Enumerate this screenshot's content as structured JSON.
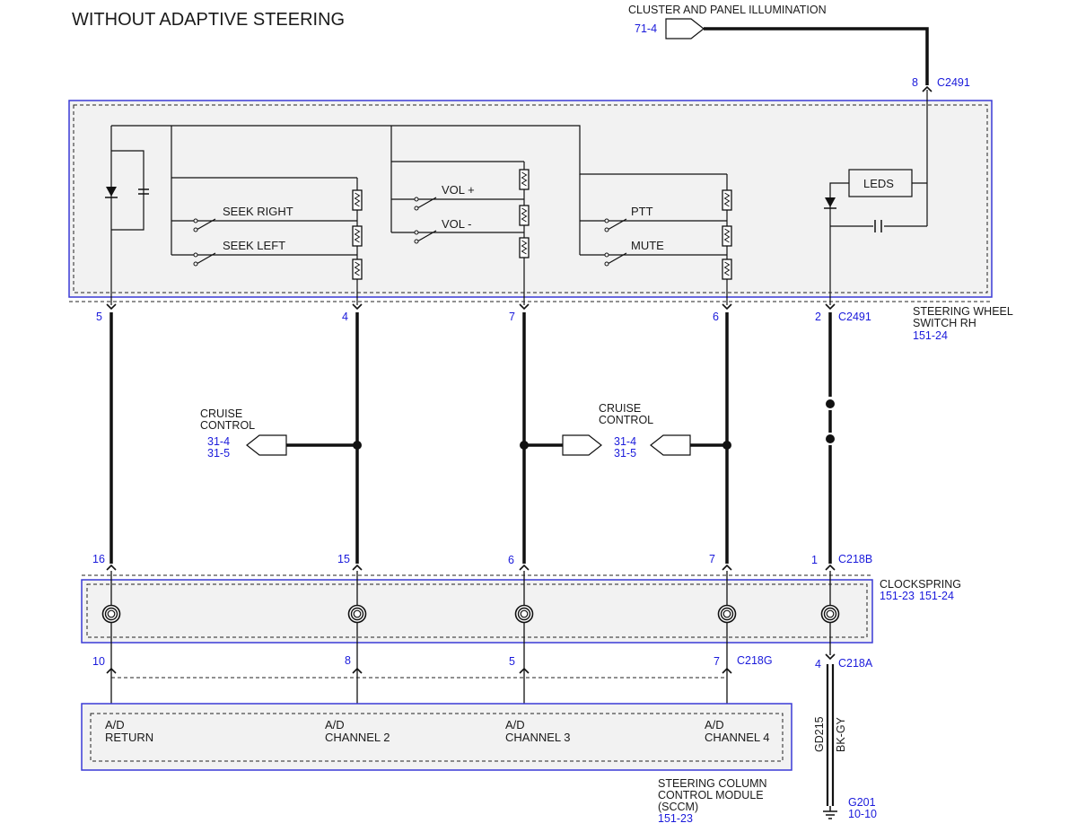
{
  "title": "WITHOUT ADAPTIVE STEERING",
  "illumination": {
    "label": "CLUSTER AND PANEL ILLUMINATION",
    "ref": "71-4",
    "pin": "8",
    "connector": "C2491"
  },
  "swsw": {
    "name_line1": "STEERING WHEEL",
    "name_line2": "SWITCH RH",
    "ref": "151-24",
    "connector": "C2491",
    "pins": [
      "5",
      "4",
      "7",
      "6",
      "2"
    ],
    "switches": [
      "SEEK RIGHT",
      "SEEK LEFT",
      "VOL +",
      "VOL -",
      "PTT",
      "MUTE"
    ],
    "leds_label": "LEDS"
  },
  "cruise_left": {
    "label_line1": "CRUISE",
    "label_line2": "CONTROL",
    "ref1": "31-4",
    "ref2": "31-5"
  },
  "cruise_mid": {
    "label_line1": "CRUISE",
    "label_line2": "CONTROL",
    "ref1": "31-4",
    "ref2": "31-5"
  },
  "clockspring": {
    "name": "CLOCKSPRING",
    "ref1": "151-23",
    "ref2": "151-24",
    "top_connector": "C218B",
    "top_pins": [
      "16",
      "15",
      "6",
      "7",
      "1"
    ],
    "bottom_connector_g": "C218G",
    "bottom_pins_g": [
      "10",
      "8",
      "5",
      "7"
    ],
    "bottom_connector_a": "C218A",
    "bottom_pin_a": "4"
  },
  "sccm": {
    "name_line1": "STEERING COLUMN",
    "name_line2": "CONTROL MODULE",
    "name_line3": "(SCCM)",
    "ref": "151-23",
    "inputs": [
      {
        "line1": "A/D",
        "line2": "RETURN"
      },
      {
        "line1": "A/D",
        "line2": "CHANNEL 2"
      },
      {
        "line1": "A/D",
        "line2": "CHANNEL 3"
      },
      {
        "line1": "A/D",
        "line2": "CHANNEL 4"
      }
    ]
  },
  "ground": {
    "circuit": "GD215",
    "color_code": "BK-GY",
    "name": "G201",
    "ref": "10-10"
  },
  "colors": {
    "component_border": "#3a3ad6",
    "component_fill": "#f2f2f2",
    "reference_text": "#1a1adb",
    "wire": "#111111"
  }
}
